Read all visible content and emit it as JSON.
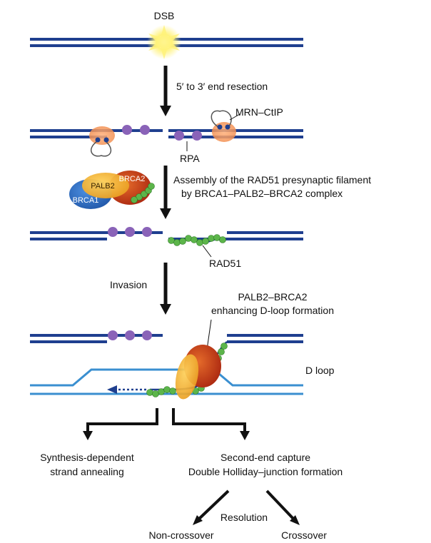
{
  "labels": {
    "dsb": "DSB",
    "resection": "5′ to 3′ end resection",
    "mrn": "MRN–CtIP",
    "rpa": "RPA",
    "assembly_line1": "Assembly of the RAD51 presynaptic filament",
    "assembly_line2": "by BRCA1–PALB2–BRCA2 complex",
    "rad51": "RAD51",
    "invasion": "Invasion",
    "palb2_brca2_line1": "PALB2–BRCA2",
    "palb2_brca2_line2": "enhancing D-loop formation",
    "d_loop": "D loop",
    "sdsa_line1": "Synthesis-dependent",
    "sdsa_line2": "strand annealing",
    "sec_line1": "Second-end capture",
    "sec_line2": "Double Holliday–junction formation",
    "resolution": "Resolution",
    "non_crossover": "Non-crossover",
    "crossover": "Crossover"
  },
  "protein_labels": {
    "brca1": "BRCA1",
    "palb2": "PALB2",
    "brca2": "BRCA2"
  },
  "colors": {
    "dna_dark": "#1f3f8f",
    "dna_light": "#3a8fd0",
    "rpa": "#8a63b8",
    "rad51": "#5cb54a",
    "brca1": "#2f6fc0",
    "palb2": "#f2b233",
    "brca2": "#c0311d",
    "mrn": "#f08a4b",
    "dsb_glow": "#fff27a",
    "arrow": "#111111"
  }
}
